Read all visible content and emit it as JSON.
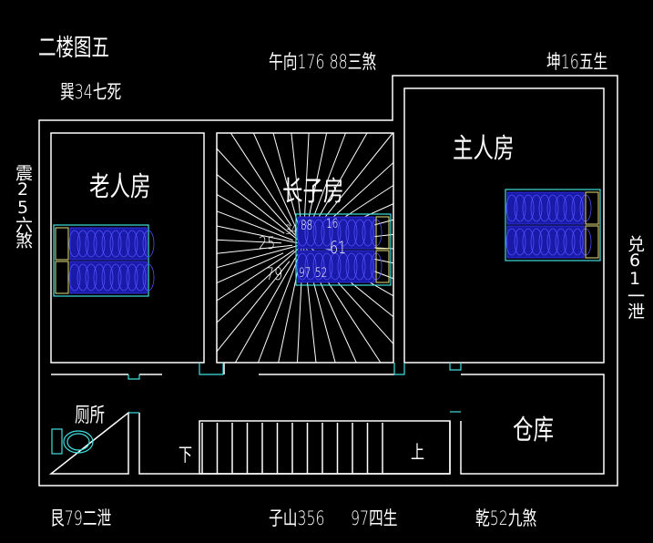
{
  "title": "二楼图五",
  "directions": {
    "xun": "巽34七死",
    "front": "午向176  88三煞",
    "kun": "坤16五生",
    "zhen": "震25六煞",
    "dui": "兑61一泄",
    "gen": "艮79二泄",
    "back_mountain": "子山356",
    "back_star": "97四生",
    "qian": "乾52九煞"
  },
  "rooms": {
    "elder": "老人房",
    "eldest_son": "长子房",
    "master": "主人房",
    "toilet": "厕所",
    "storage": "仓库"
  },
  "stairs": {
    "down": "下",
    "up": "上"
  },
  "center_numbers": {
    "n_left": "25",
    "n_upleft": "34",
    "n_top": "88",
    "n_upright": "16",
    "n_right": "61",
    "n_downleft": "79",
    "n_bottom": "97",
    "n_downright": "52"
  },
  "colors": {
    "wall": "#ffffff",
    "fixture": "#40e0e0",
    "bed": "#1a1aa8",
    "pillow": "#e8e080"
  }
}
